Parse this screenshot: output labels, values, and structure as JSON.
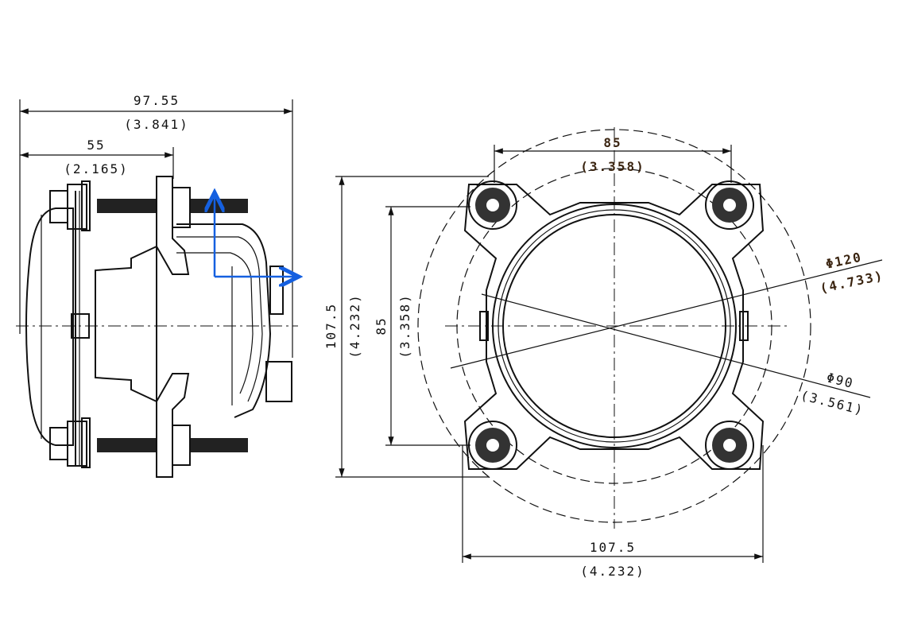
{
  "side_view": {
    "overall_length": {
      "value": "97.55",
      "inch": "(3.841)"
    },
    "flange_depth": {
      "value": "55",
      "inch": "(2.165)"
    }
  },
  "front_view": {
    "mount_spacing_horizontal": {
      "value": "85",
      "inch": "(3.358)"
    },
    "mount_spacing_vertical": {
      "value": "85",
      "inch": "(3.358)"
    },
    "overall_height": {
      "value": "107.5",
      "inch": "(4.232)"
    },
    "overall_width": {
      "value": "107.5",
      "inch": "(4.232)"
    },
    "outer_diameter": {
      "value": "Φ120",
      "inch": "(4.733)"
    },
    "inner_diameter": {
      "value": "Φ90",
      "inch": "(3.561)"
    }
  },
  "colors": {
    "axis_triad": "#1560e0",
    "lines": "#111111",
    "inch_labels_top": "#3a2410"
  }
}
